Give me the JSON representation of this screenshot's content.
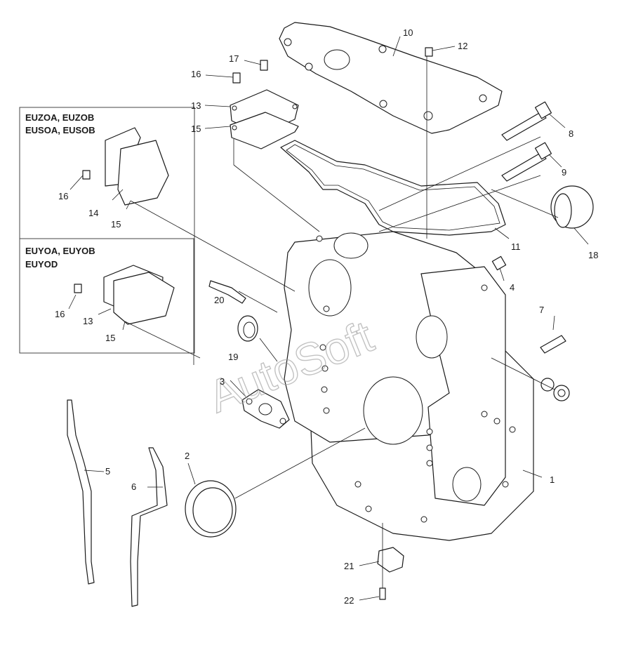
{
  "variant_groups": [
    {
      "lines": [
        "EUZOA, EUZOB",
        "EUSOA, EUSOB"
      ]
    },
    {
      "lines": [
        "EUYOA, EUYOB",
        "EUYOD"
      ]
    }
  ],
  "callouts": {
    "main": [
      "10",
      "12",
      "17",
      "16",
      "13",
      "15",
      "8",
      "9",
      "11",
      "18",
      "4",
      "7",
      "20",
      "19",
      "3",
      "5",
      "6",
      "2",
      "1",
      "21",
      "22"
    ],
    "inset_top": [
      "16",
      "14",
      "15"
    ],
    "inset_bottom": [
      "16",
      "13",
      "15"
    ]
  },
  "watermark": "AutoSoft",
  "colors": {
    "line": "#1a1a1a",
    "fill": "#ffffff",
    "frame": "#444444"
  }
}
